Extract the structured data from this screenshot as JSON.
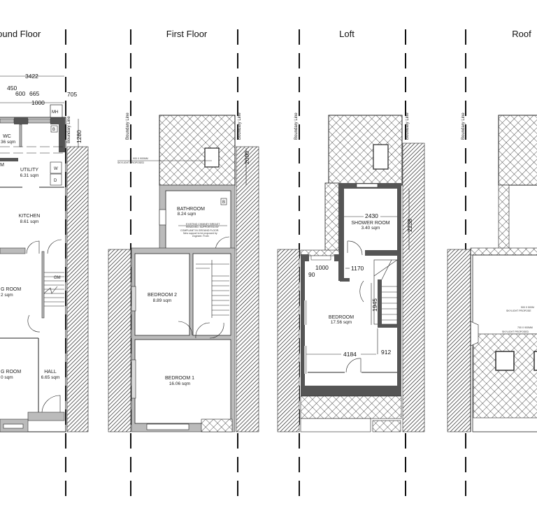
{
  "titles": {
    "ground": "Ground Floor",
    "first": "First Floor",
    "loft": "Loft",
    "roof": "Roof"
  },
  "boundary_label": "Boundary Line",
  "ground": {
    "wc": {
      "name": "WC",
      "area": "36 sqm"
    },
    "utility": {
      "name": "UTILITY",
      "area": "6.31 sqm"
    },
    "kitchen": {
      "name": "KITCHEN",
      "area": "8.61 sqm"
    },
    "living": {
      "name": "G ROOM",
      "area": "2 sqm"
    },
    "front": {
      "name": "G ROOM",
      "area": "0 sqm"
    },
    "hall": {
      "name": "HALL",
      "area": "6.65 sqm"
    },
    "m_label": "M",
    "fixtures": {
      "mh": "MH",
      "b": "B",
      "w": "W",
      "d": "D",
      "gm": "GM"
    },
    "dims": {
      "width": "3422",
      "d450": "450",
      "d600": "600",
      "d665": "665",
      "d1000": "1000",
      "d705": "705",
      "d1280": "1280"
    }
  },
  "first": {
    "bathroom": {
      "name": "BATHROOM",
      "area": "8.24 sqm"
    },
    "bedroom2": {
      "name": "BEDROOM 2",
      "area": "8.89 sqm"
    },
    "bedroom1": {
      "name": "BEDROOM 1",
      "area": "16.06 sqm"
    },
    "fixture_b": "B",
    "skylight_note": [
      "900 X 900MM",
      "SKYLIGHT PROPOSED"
    ],
    "chimney_note": [
      "EXISTING CHIMNEY BREAST",
      "REMOVED. SUPPORTED BY",
      "COMPLIANT IN GROUND FLOOR.",
      "New support to be proposed by",
      "engineer. Froth"
    ],
    "dim_2000": "2000"
  },
  "loft": {
    "shower": {
      "name": "SHOWER ROOM",
      "area": "3.40 sqm"
    },
    "bedroom": {
      "name": "BEDROOM",
      "area": "17.56 sqm"
    },
    "dims": {
      "d2430": "2430",
      "d1170": "1170",
      "d1000": "1000",
      "d90": "90",
      "d1945": "1945",
      "d4184": "4184",
      "d912": "912",
      "d2238": "2238"
    }
  },
  "roof": {
    "note1": [
      "500 X 500M",
      "SKYLIGHT PROPOSE"
    ],
    "note2": [
      "700 X 900MM",
      "SKYLIGHT PROPOSED"
    ]
  },
  "colors": {
    "wall": "#555555",
    "light_wall": "#bbbbbb",
    "ink": "#111111"
  }
}
